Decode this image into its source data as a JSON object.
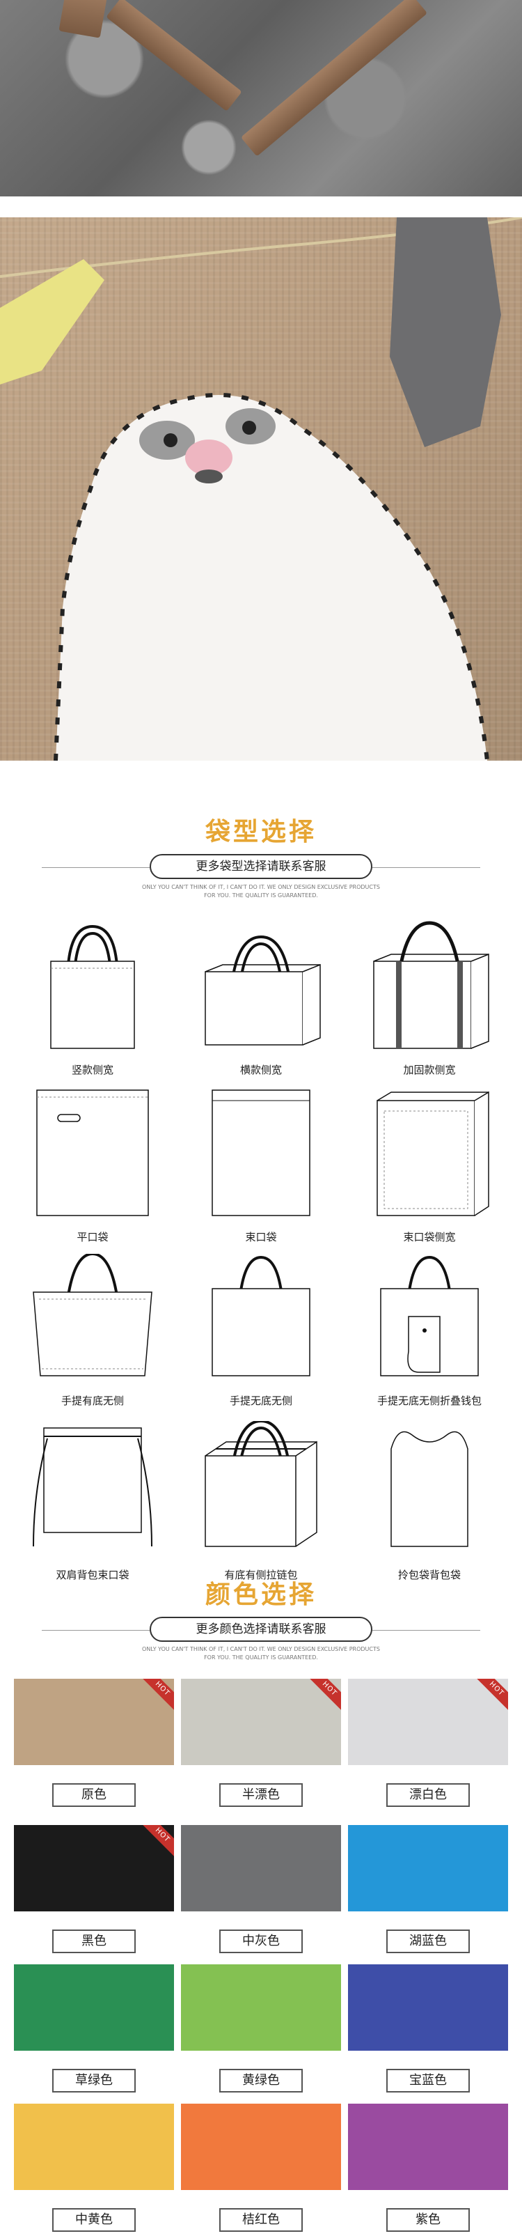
{
  "bag_section": {
    "title": "袋型选择",
    "pill": "更多袋型选择请联系客服",
    "small_line1": "ONLY YOU CAN'T THINK OF IT, I CAN'T DO IT. WE ONLY DESIGN EXCLUSIVE PRODUCTS",
    "small_line2": "FOR YOU. THE QUALITY IS GUARANTEED."
  },
  "bag_types": [
    {
      "label": "竖款侧宽",
      "icon": "tall-gusset-bag-icon"
    },
    {
      "label": "横款侧宽",
      "icon": "wide-gusset-bag-icon"
    },
    {
      "label": "加固款侧宽",
      "icon": "reinforced-gusset-bag-icon"
    },
    {
      "label": "平口袋",
      "icon": "flat-die-cut-bag-icon"
    },
    {
      "label": "束口袋",
      "icon": "flat-bag-icon"
    },
    {
      "label": "束口袋侧宽",
      "icon": "gusset-flat-bag-icon"
    },
    {
      "label": "手提有底无侧",
      "icon": "handle-bottom-bag-icon"
    },
    {
      "label": "手提无底无侧",
      "icon": "handle-flat-bag-icon"
    },
    {
      "label": "手提无底无侧折叠钱包",
      "icon": "foldable-pouch-bag-icon"
    },
    {
      "label": "双肩背包束口袋",
      "icon": "drawstring-backpack-icon"
    },
    {
      "label": "有底有侧拉链包",
      "icon": "zipper-bag-icon"
    },
    {
      "label": "拎包袋背包袋",
      "icon": "vest-bag-icon"
    }
  ],
  "color_section": {
    "title": "颜色选择",
    "pill": "更多颜色选择请联系客服",
    "small_line1": "ONLY YOU CAN'T THINK OF IT, I CAN'T DO IT. WE ONLY DESIGN EXCLUSIVE PRODUCTS",
    "small_line2": "FOR YOU. THE QUALITY IS GUARANTEED."
  },
  "hot_badge": "HOT",
  "colors": [
    {
      "label": "原色",
      "hex": "#bfa383",
      "hot": true
    },
    {
      "label": "半漂色",
      "hex": "#cbcac2",
      "hot": true
    },
    {
      "label": "漂白色",
      "hex": "#dcdcde",
      "hot": true
    },
    {
      "label": "黑色",
      "hex": "#1b1b1b",
      "hot": true
    },
    {
      "label": "中灰色",
      "hex": "#6f7072",
      "hot": false
    },
    {
      "label": "湖蓝色",
      "hex": "#2497d8",
      "hot": false
    },
    {
      "label": "草绿色",
      "hex": "#2a9054",
      "hot": false
    },
    {
      "label": "黄绿色",
      "hex": "#84c152",
      "hot": false
    },
    {
      "label": "宝蓝色",
      "hex": "#3e4ea8",
      "hot": false
    },
    {
      "label": "中黄色",
      "hex": "#f1c04b",
      "hot": false
    },
    {
      "label": "桔红色",
      "hex": "#f1793d",
      "hot": false
    },
    {
      "label": "紫色",
      "hex": "#9a4ba0",
      "hot": false
    }
  ]
}
